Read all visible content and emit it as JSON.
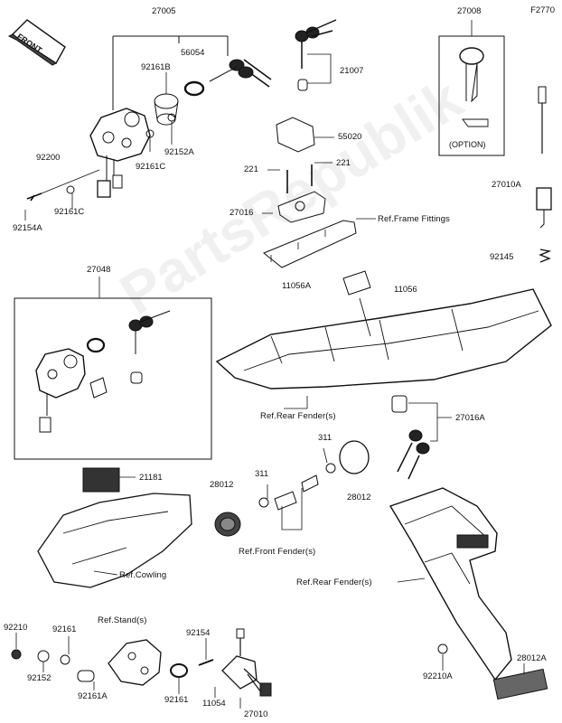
{
  "diagram_code": "F2770",
  "front_label": "FRONT",
  "option_label": "(OPTION)",
  "watermark": "PartsRepublik",
  "labels": {
    "p27005": "27005",
    "p56054": "56054",
    "p92161B": "92161B",
    "p92152A": "92152A",
    "p92161C_a": "92161C",
    "p92200": "92200",
    "p92161C_b": "92161C",
    "p92154A": "92154A",
    "p21007": "21007",
    "p27008": "27008",
    "p55020": "55020",
    "p221_l": "221",
    "p221_r": "221",
    "p27016": "27016",
    "p27010A": "27010A",
    "p92145": "92145",
    "p27048": "27048",
    "p11056A": "11056A",
    "p11056": "11056",
    "p27016A": "27016A",
    "p21181": "21181",
    "p28012_l": "28012",
    "p311_l": "311",
    "p311_r": "311",
    "p28012_r": "28012",
    "p92210": "92210",
    "p92161_a": "92161",
    "p92152": "92152",
    "p92161A": "92161A",
    "p92154": "92154",
    "p92161_b": "92161",
    "p11054": "11054",
    "p27010": "27010",
    "p92210A": "92210A",
    "p28012A": "28012A"
  },
  "refs": {
    "frame_fittings": "Ref.Frame Fittings",
    "rear_fender_1": "Ref.Rear Fender(s)",
    "rear_fender_2": "Ref.Rear Fender(s)",
    "cowling": "Ref.Cowling",
    "front_fender": "Ref.Front Fender(s)",
    "stand": "Ref.Stand(s)"
  }
}
